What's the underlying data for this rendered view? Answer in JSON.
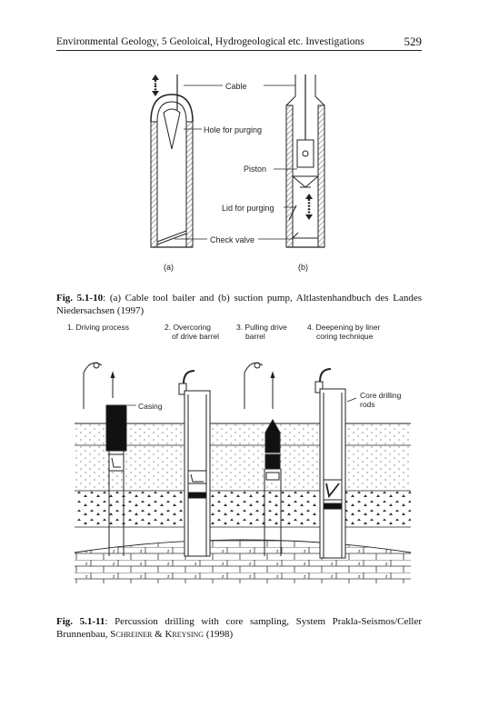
{
  "header": {
    "running_title": "Environmental Geology, 5 Geoloical, Hydrogeological etc. Investigations",
    "page_number": "529"
  },
  "figure1": {
    "labels": {
      "cable": "Cable",
      "hole": "Hole for purging",
      "piston": "Piston",
      "lid": "Lid for purging",
      "check_valve": "Check valve",
      "panel_a": "(a)",
      "panel_b": "(b)"
    },
    "caption": {
      "label": "Fig. 5.1-10",
      "text": ": (a) Cable tool bailer and (b) suction pump, Altlastenhandbuch des Landes Niedersachsen (1997)"
    }
  },
  "figure2": {
    "steps": [
      {
        "line1": "1. Driving process",
        "line2": ""
      },
      {
        "line1": "2. Overcoring",
        "line2": "of drive barrel"
      },
      {
        "line1": "3. Pulling drive",
        "line2": "barrel"
      },
      {
        "line1": "4. Deepening by liner",
        "line2": "coring technique"
      }
    ],
    "labels": {
      "casing": "Casing",
      "core_line1": "Core drilling",
      "core_line2": "rods"
    },
    "caption": {
      "label": "Fig. 5.1-11",
      "text_before": ": Percussion drilling with core sampling, System Prakla-Seismos/Celler Brunnenbau, ",
      "author1": "Schreiner",
      "amp": " & ",
      "author2": "Kreysing",
      "year": " (1998)"
    }
  }
}
